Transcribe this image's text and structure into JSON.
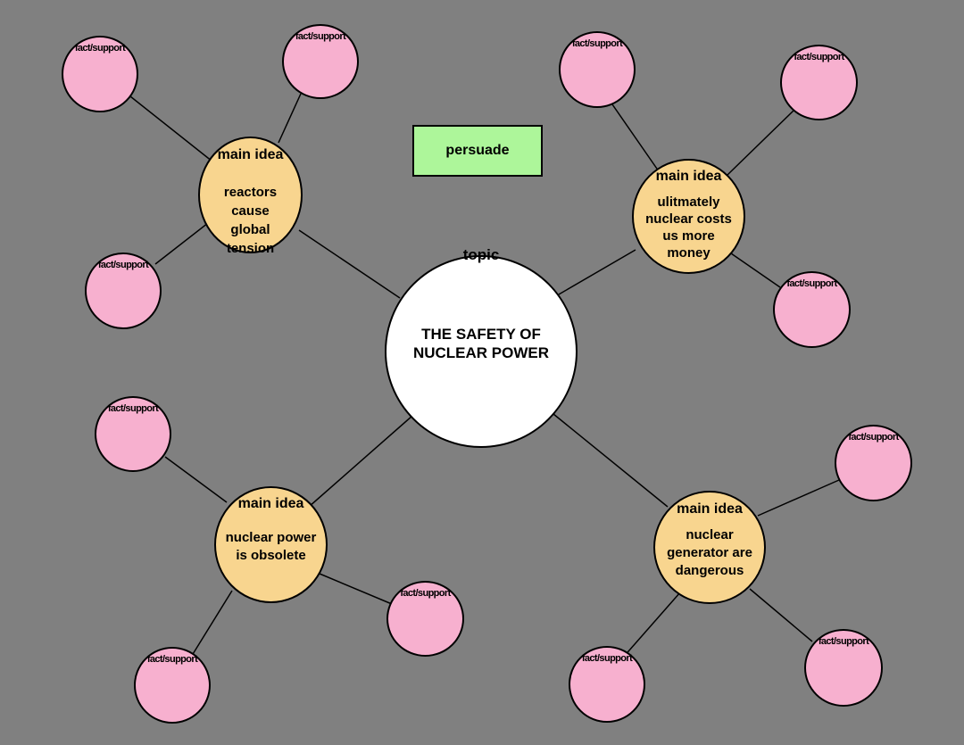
{
  "colors": {
    "background": "#808080",
    "topic_fill": "#ffffff",
    "main_idea_fill": "#f8d58f",
    "fact_fill": "#f7b0cf",
    "purpose_fill": "#adf69a",
    "stroke": "#000000"
  },
  "purpose": {
    "label": "persuade"
  },
  "topic": {
    "title": "topic",
    "text_line1": "THE SAFETY OF",
    "text_line2": "NUCLEAR POWER"
  },
  "main_ideas": [
    {
      "heading": "main idea",
      "lines": [
        "reactors cause",
        "global tension"
      ],
      "facts": [
        "fact/support",
        "fact/support",
        "fact/support"
      ]
    },
    {
      "heading": "main idea",
      "lines": [
        "ulitmately",
        "nuclear costs",
        "us more",
        "money"
      ],
      "facts": [
        "fact/support",
        "fact/support",
        "fact/support"
      ]
    },
    {
      "heading": "main idea",
      "lines": [
        "nuclear power",
        "is obsolete"
      ],
      "facts": [
        "fact/support",
        "fact/support",
        "fact/support"
      ]
    },
    {
      "heading": "main idea",
      "lines": [
        "nuclear",
        "generator are",
        "dangerous"
      ],
      "facts": [
        "fact/support",
        "fact/support",
        "fact/support"
      ]
    }
  ]
}
